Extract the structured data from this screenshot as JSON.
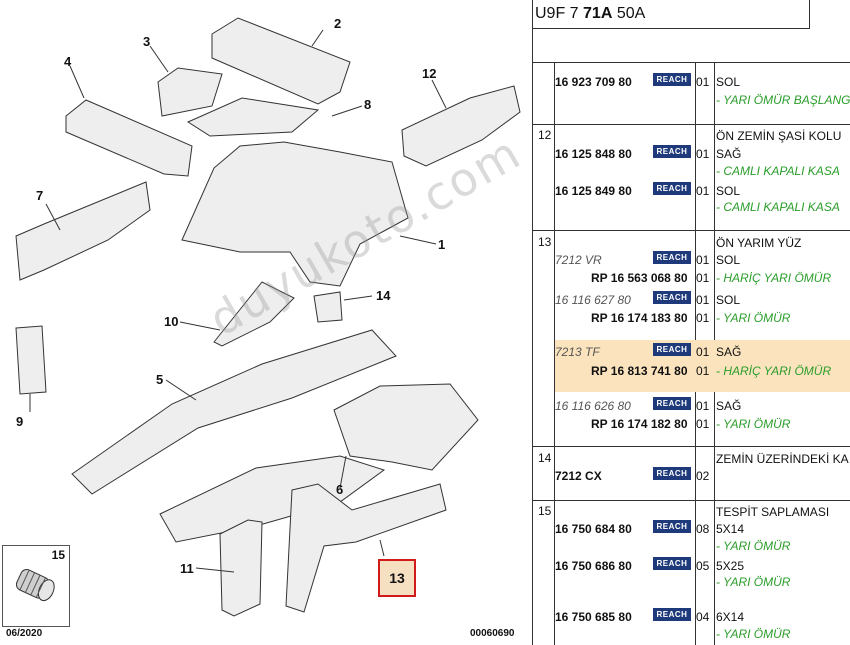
{
  "header": {
    "code_prefix": "U9F 7",
    "code_bold": "71A",
    "code_suffix": "50A"
  },
  "diagram": {
    "date_code": "06/2020",
    "illustration_code": "00060690",
    "highlighted_callout": "13",
    "inset_callout": "15",
    "watermark": "duyukoto.com",
    "callouts": [
      "1",
      "2",
      "3",
      "4",
      "5",
      "6",
      "7",
      "8",
      "9",
      "10",
      "11",
      "12",
      "14"
    ]
  },
  "parts_list": {
    "sections": [
      {
        "number": "",
        "rows": [
          {
            "ref": "16 923 709 80",
            "reach": "REACH",
            "qty": "01",
            "desc": "SOL"
          },
          {
            "note": "- YARI ÖMÜR BAŞLANG"
          }
        ]
      },
      {
        "number": "12",
        "rows": [
          {
            "desc": "ÖN ZEMİN ŞASİ KOLU"
          },
          {
            "ref": "16 125 848 80",
            "reach": "REACH",
            "qty": "01",
            "desc": "SAĞ"
          },
          {
            "note": "- CAMLI KAPALI KASA"
          },
          {
            "ref": "16 125 849 80",
            "reach": "REACH",
            "qty": "01",
            "desc": "SOL"
          },
          {
            "note": "- CAMLI KAPALI KASA"
          }
        ]
      },
      {
        "number": "13",
        "rows": [
          {
            "desc": "ÖN YARIM YÜZ"
          },
          {
            "ref": "7212 VR",
            "reach": "REACH",
            "qty": "01",
            "desc": "SOL"
          },
          {
            "subref": "RP 16 563 068 80",
            "qty": "01",
            "note": "- HARİÇ YARI ÖMÜR"
          },
          {
            "ref": "16 116 627 80",
            "reach": "REACH",
            "qty": "01",
            "desc": "SOL"
          },
          {
            "subref": "RP 16 174 183 80",
            "qty": "01",
            "note": "- YARI ÖMÜR"
          },
          {
            "ref": "7213 TF",
            "reach": "REACH",
            "qty": "01",
            "desc": "SAĞ"
          },
          {
            "subref": "RP 16 813 741 80",
            "qty": "01",
            "note": "- HARİÇ YARI ÖMÜR"
          },
          {
            "ref": "16 116 626 80",
            "reach": "REACH",
            "qty": "01",
            "desc": "SAĞ"
          },
          {
            "subref": "RP 16 174 182 80",
            "qty": "01",
            "note": "- YARI ÖMÜR"
          }
        ]
      },
      {
        "number": "14",
        "rows": [
          {
            "desc": "ZEMİN ÜZERİNDEKİ KA"
          },
          {
            "ref": "7212 CX",
            "reach": "REACH",
            "qty": "02"
          }
        ]
      },
      {
        "number": "15",
        "rows": [
          {
            "desc": "TESPİT SAPLAMASI"
          },
          {
            "ref": "16 750 684 80",
            "reach": "REACH",
            "qty": "08",
            "desc": "5X14"
          },
          {
            "note": "- YARI ÖMÜR"
          },
          {
            "ref": "16 750 686 80",
            "reach": "REACH",
            "qty": "05",
            "desc": "5X25"
          },
          {
            "note": "- YARI ÖMÜR"
          },
          {
            "ref": "16 750 685 80",
            "reach": "REACH",
            "qty": "04",
            "desc": "6X14"
          },
          {
            "note": "- YARI ÖMÜR"
          }
        ]
      }
    ]
  },
  "colors": {
    "reach_badge": "#1e3a7a",
    "note_green": "#2a9d2a",
    "highlight_row": "#fbe3bd",
    "callout_box": "#d21a1a"
  }
}
